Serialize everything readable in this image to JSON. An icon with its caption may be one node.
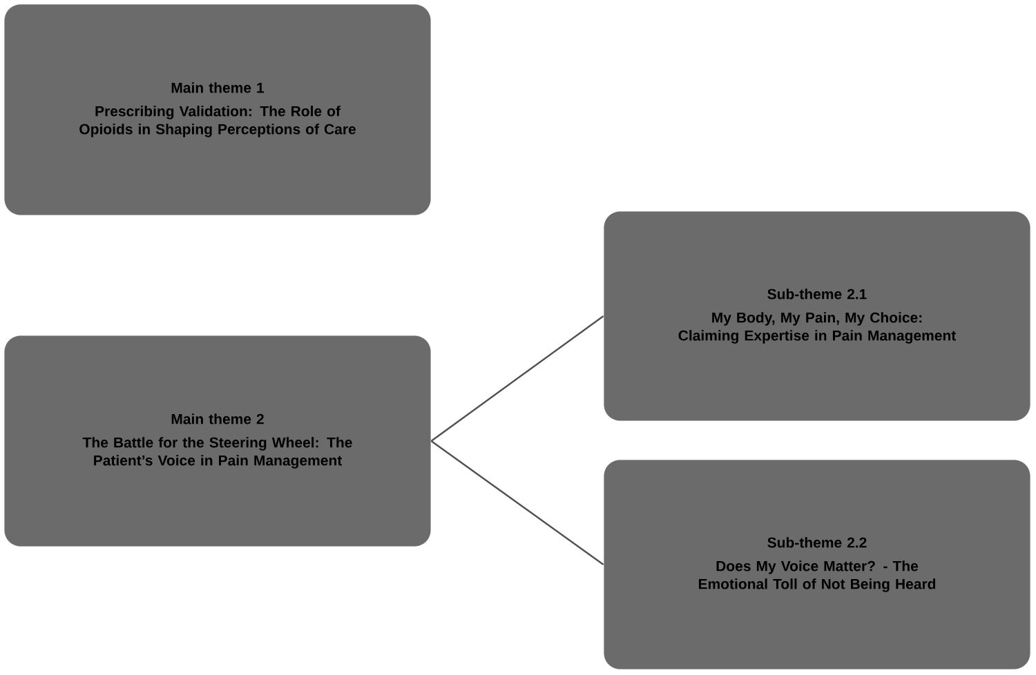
{
  "diagram": {
    "nodes": [
      {
        "text": [
          "Main theme 1",
          "Prescribing Validation: The Role of Opioids in Shaping Perceptions of Care"
        ]
      },
      {
        "text": [
          "Main theme 2",
          "The Battle for the Steering Wheel: The Patient’s Voice in Pain Management"
        ]
      },
      {
        "text": [
          "Sub-theme 2.1",
          "My Body, My Pain, My Choice: Claiming Expertise in Pain Management"
        ]
      },
      {
        "text": [
          "Sub-theme 2.2",
          "Does My Voice Matter? - The Emotional Toll of Not Being Heard"
        ]
      }
    ],
    "edges": [
      {
        "from": 1,
        "to": 2,
        "arrow": "none"
      },
      {
        "from": 1,
        "to": 3,
        "arrow": "none"
      }
    ]
  }
}
